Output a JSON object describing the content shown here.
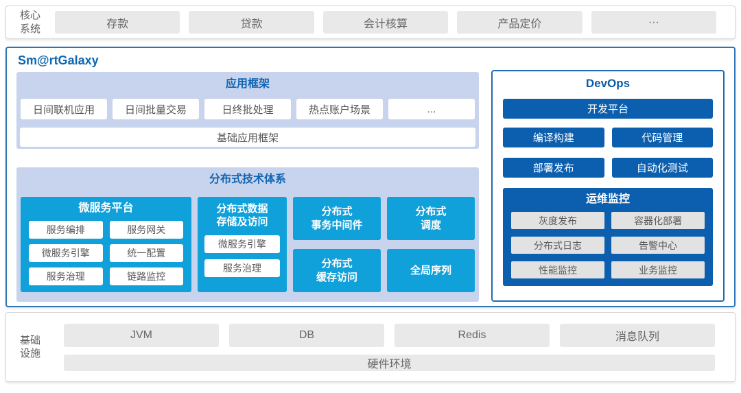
{
  "top_bar": {
    "label": "核心\n系统",
    "items": [
      "存款",
      "贷款",
      "会计核算",
      "产品定价",
      "···"
    ]
  },
  "galaxy": {
    "title": "Sm@rtGalaxy",
    "app_framework": {
      "title": "应用框架",
      "items": [
        "日间联机应用",
        "日间批量交易",
        "日终批处理",
        "热点账户场景",
        "..."
      ],
      "base": "基础应用框架"
    },
    "distributed": {
      "title": "分布式技术体系",
      "microservice": {
        "title": "微服务平台",
        "items": [
          "服务编排",
          "服务网关",
          "微服务引擎",
          "统一配置",
          "服务治理",
          "链路监控"
        ]
      },
      "storage": {
        "title": "分布式数据\n存储及访问",
        "items": [
          "微服务引擎",
          "服务治理"
        ]
      },
      "blocks": [
        "分布式\n事务中间件",
        "分布式\n调度",
        "分布式\n缓存访问",
        "全局序列"
      ]
    },
    "devops": {
      "title": "DevOps",
      "platform": "开发平台",
      "buttons": [
        "编译构建",
        "代码管理",
        "部署发布",
        "自动化测试"
      ],
      "monitor": {
        "title": "运维监控",
        "items": [
          "灰度发布",
          "容器化部署",
          "分布式日志",
          "告警中心",
          "性能监控",
          "业务监控"
        ]
      }
    }
  },
  "bottom_bar": {
    "label": "基础\n设施",
    "items": [
      "JVM",
      "DB",
      "Redis",
      "消息队列"
    ],
    "full": "硬件环境"
  },
  "colors": {
    "brand_blue": "#0b67b2",
    "dark_blue": "#0c5fae",
    "cyan_blue": "#10a0da",
    "panel_light_blue": "#c8d3ed",
    "section_title_blue": "#1166b3",
    "gray_box": "#e9e9e9"
  }
}
